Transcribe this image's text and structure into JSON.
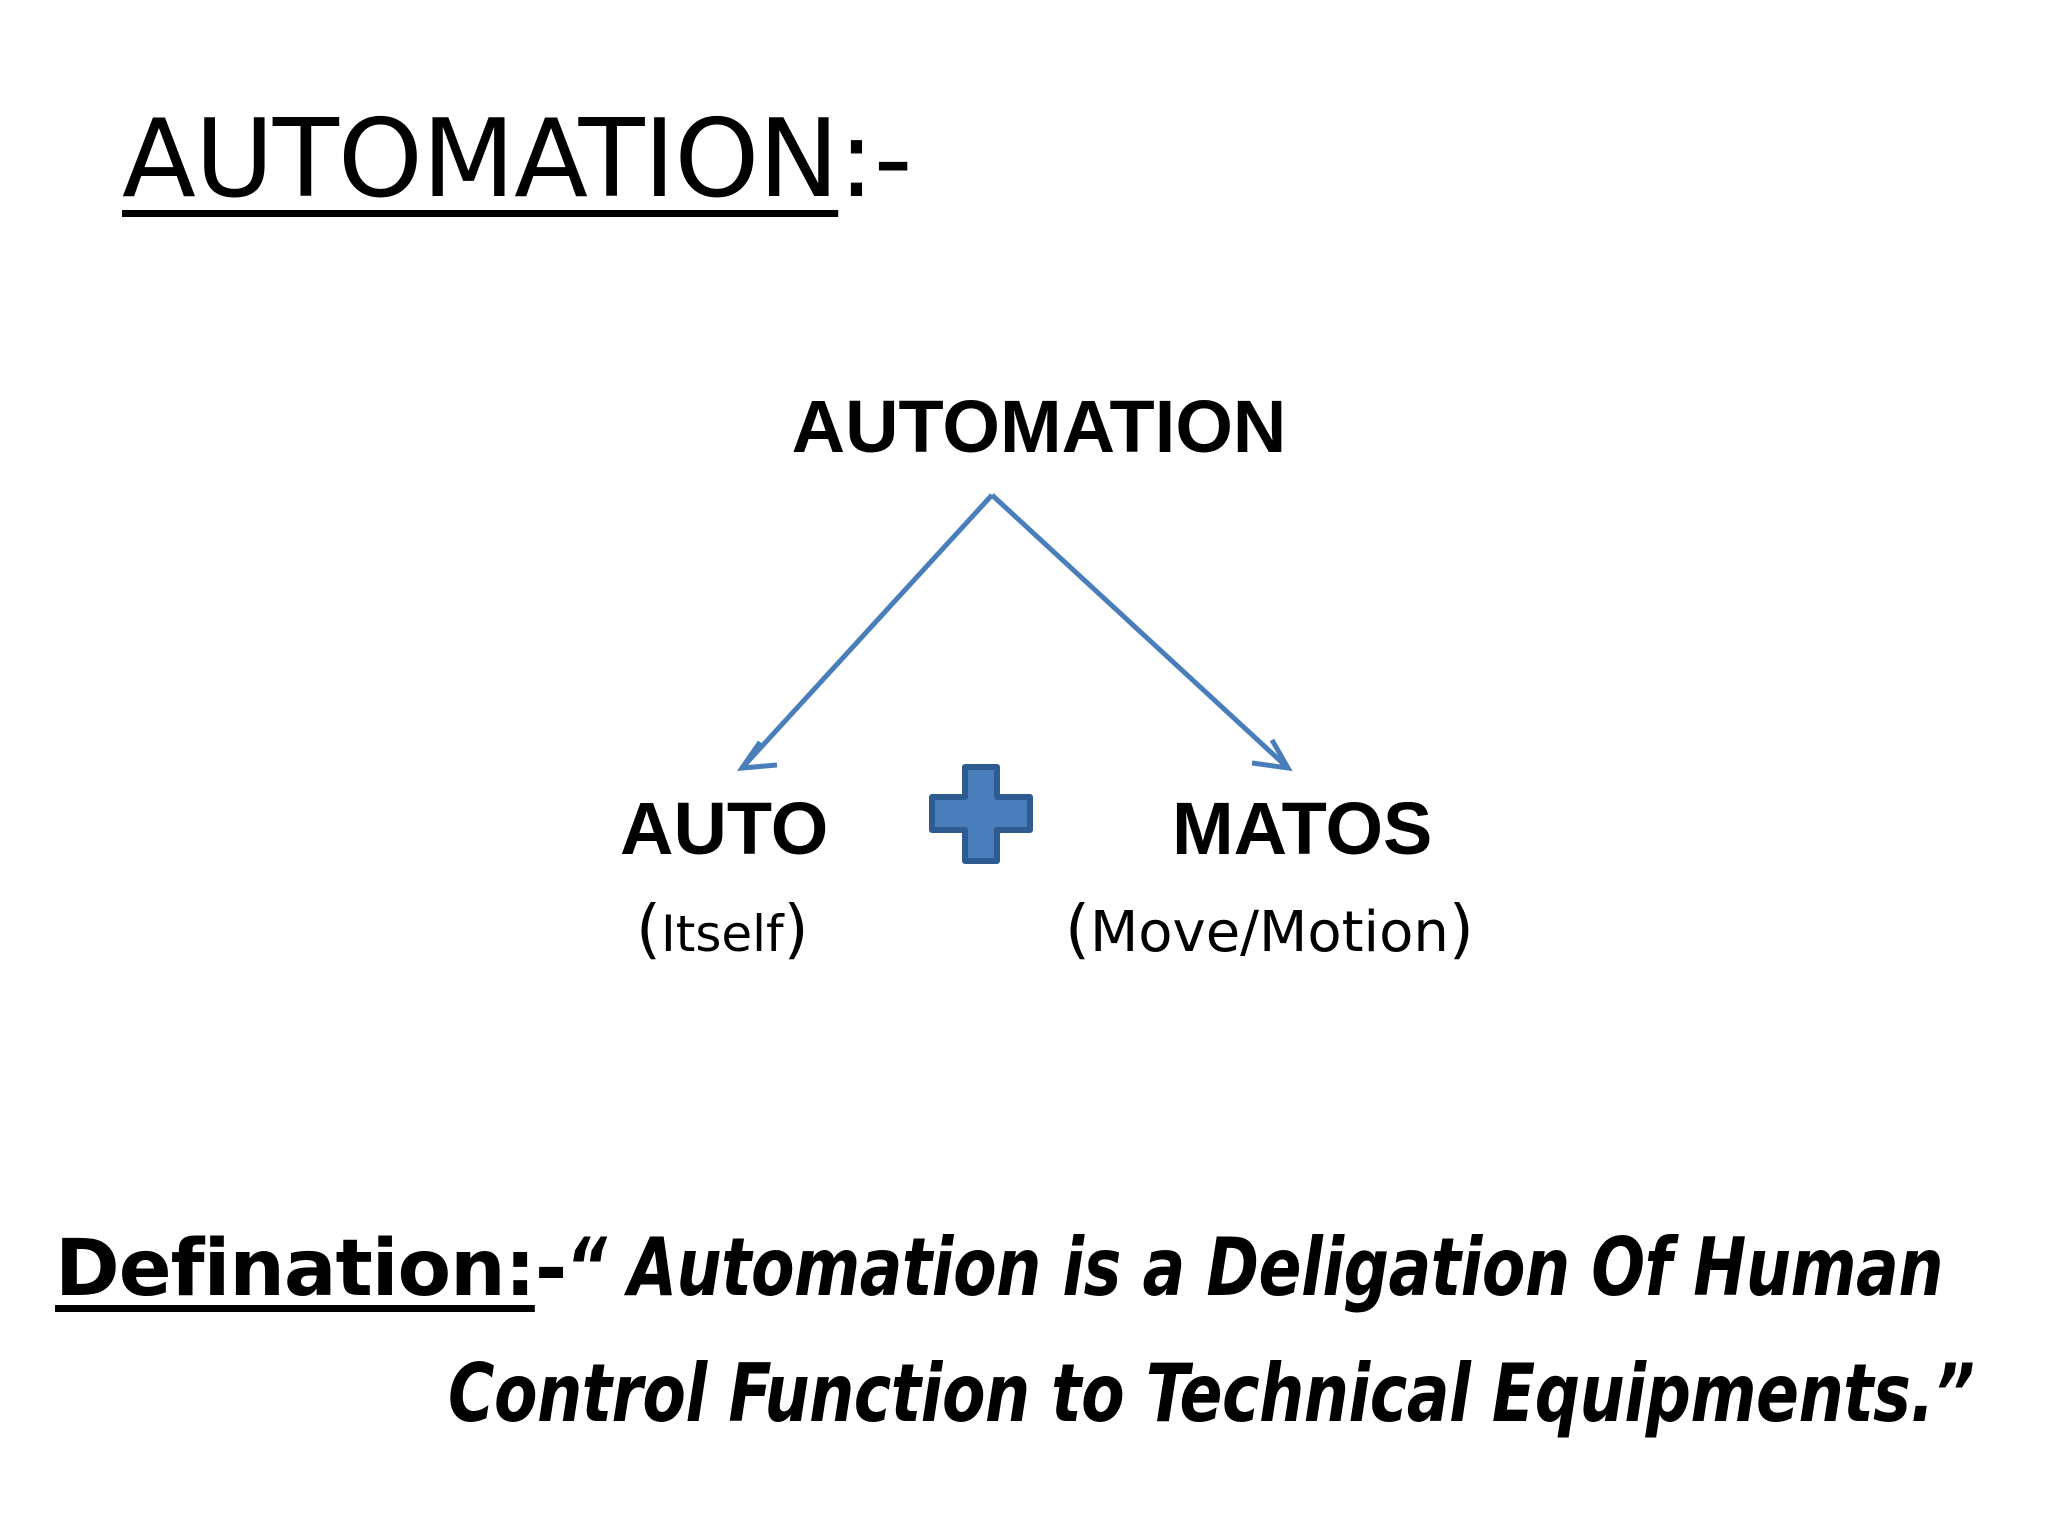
{
  "slide": {
    "background_color": "#ffffff",
    "title_main": "AUTOMATION",
    "title_suffix": ":-"
  },
  "diagram": {
    "type": "word-breakdown-tree",
    "root_label": "AUTOMATION",
    "operator_icon": "plus-icon",
    "operator_symbol": "+",
    "accent_color": "#4a7ebb",
    "accent_border_color": "#2e5b92",
    "arrow_color": "#4a7ebb",
    "branches": [
      {
        "term": "AUTO",
        "gloss_open": "(",
        "gloss_inner": "Itself",
        "gloss_close": ")"
      },
      {
        "term": "MATOS",
        "gloss_open": "(",
        "gloss_inner": "Move/Motion",
        "gloss_close": ")"
      }
    ]
  },
  "definition": {
    "label_main": "Defination:",
    "label_suffix": "-",
    "line1": "“ Automation is a Deligation Of Human",
    "line2": "Control Function to Technical Equipments.”"
  }
}
